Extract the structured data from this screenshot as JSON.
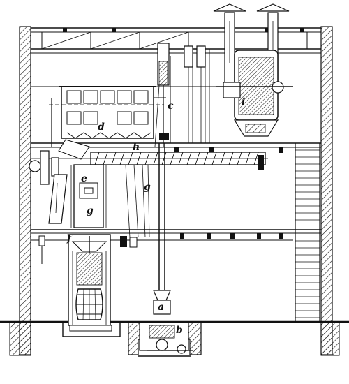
{
  "labels": {
    "a": "a",
    "b": "b",
    "c": "c",
    "d": "d",
    "e": "e",
    "f": "f",
    "g_left": "g",
    "g_center": "g",
    "h": "h",
    "i": "i"
  },
  "colors": {
    "ink": "#111111",
    "paper": "#ffffff"
  }
}
